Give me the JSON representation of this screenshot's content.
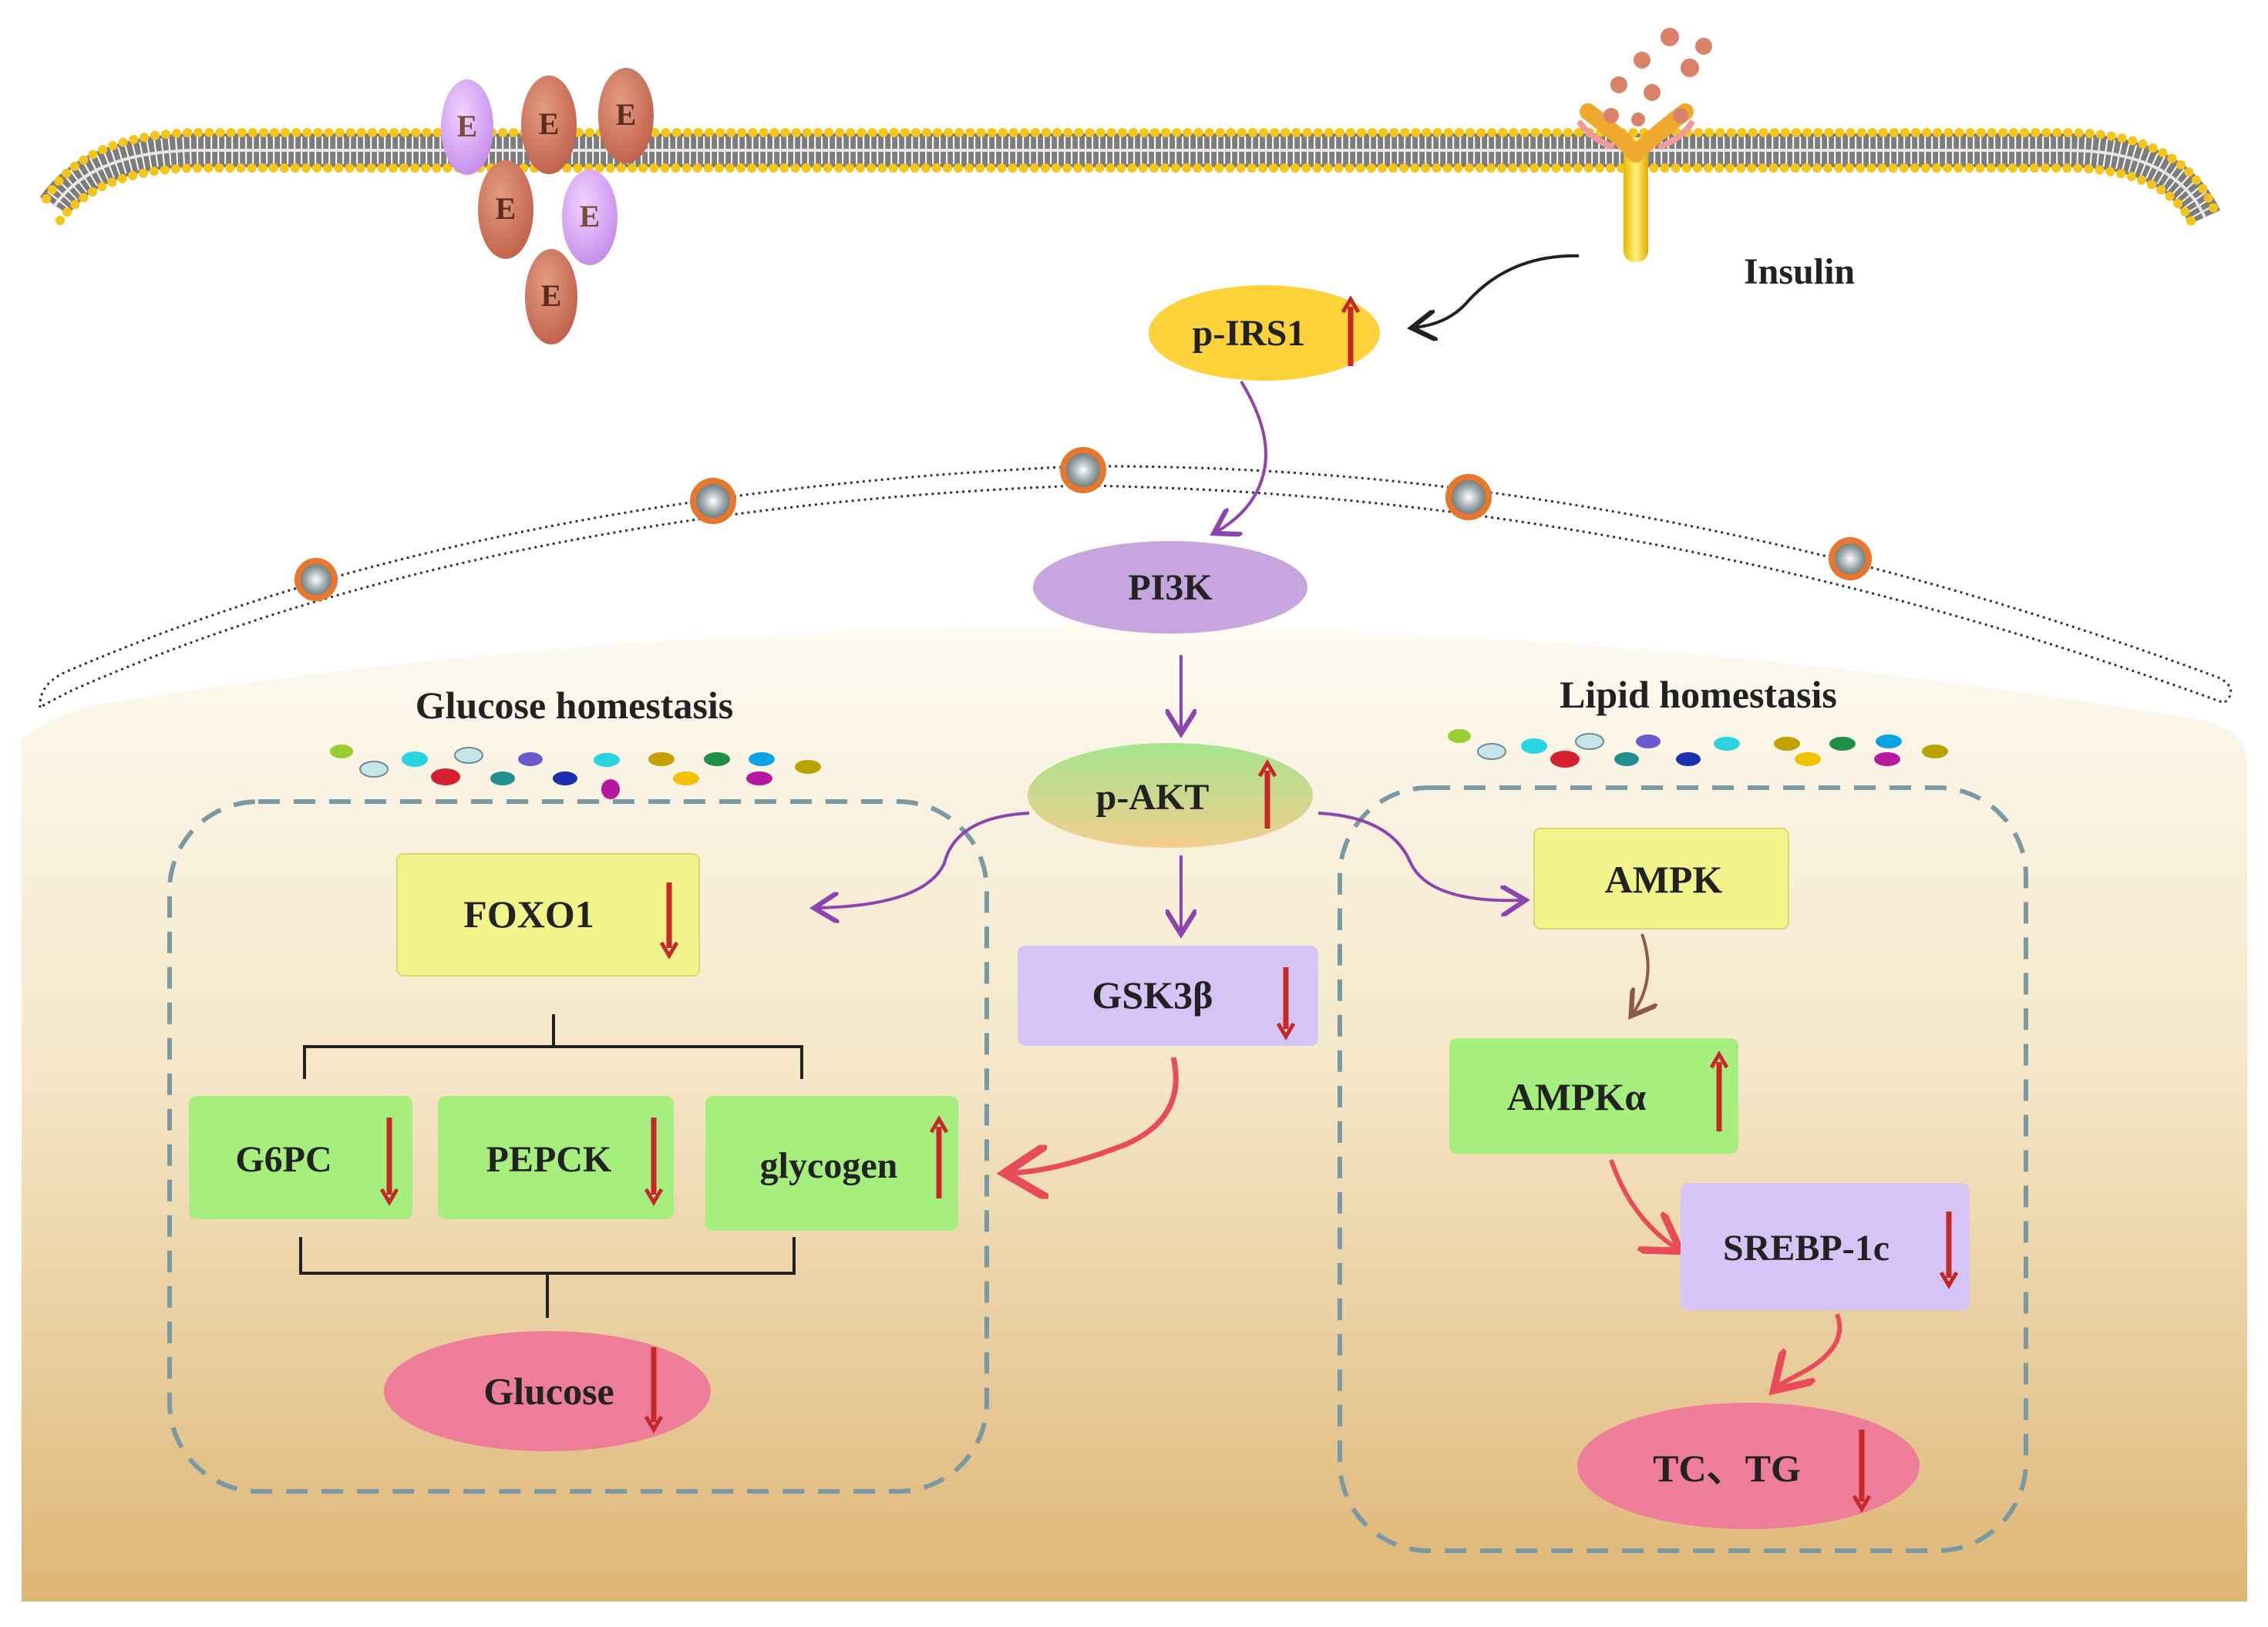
{
  "cell_surface": {
    "ligands": [
      "E",
      "E",
      "E",
      "E",
      "E",
      "E"
    ],
    "receptor_label": "Insulin"
  },
  "sections": {
    "glucose_title": "Glucose homestasis",
    "lipid_title": "Lipid homestasis"
  },
  "nodes": {
    "p_irs1": {
      "label": "p-IRS1",
      "change": "up"
    },
    "pi3k": {
      "label": "PI3K"
    },
    "p_akt": {
      "label": "p-AKT",
      "change": "up"
    },
    "gsk3b": {
      "label": "GSK3β",
      "change": "down"
    },
    "foxo1": {
      "label": "FOXO1",
      "change": "down"
    },
    "g6pc": {
      "label": "G6PC",
      "change": "down"
    },
    "pepck": {
      "label": "PEPCK",
      "change": "down"
    },
    "glycogen": {
      "label": "glycogen",
      "change": "up"
    },
    "glucose": {
      "label": "Glucose",
      "change": "down"
    },
    "ampk": {
      "label": "AMPK"
    },
    "ampka": {
      "label": "AMPKα",
      "change": "up"
    },
    "srebp1c": {
      "label": "SREBP-1c",
      "change": "down"
    },
    "tc_tg": {
      "label": "TC、TG",
      "change": "down"
    }
  },
  "colors": {
    "arrow_up_down": "#c62828",
    "pathway_arrow": "#8e44ad",
    "inhibit_arrow": "#e74c5a",
    "yellow_box": "#f3f38c",
    "green_box": "#a6ef7e",
    "lavender_box": "#d7c4f7",
    "pink_ellipse": "#ee7d9a",
    "orange_ellipse": "#fdd23a",
    "purple_ellipse": "#c7a6df",
    "dashed_border": "#7a9aa3"
  }
}
